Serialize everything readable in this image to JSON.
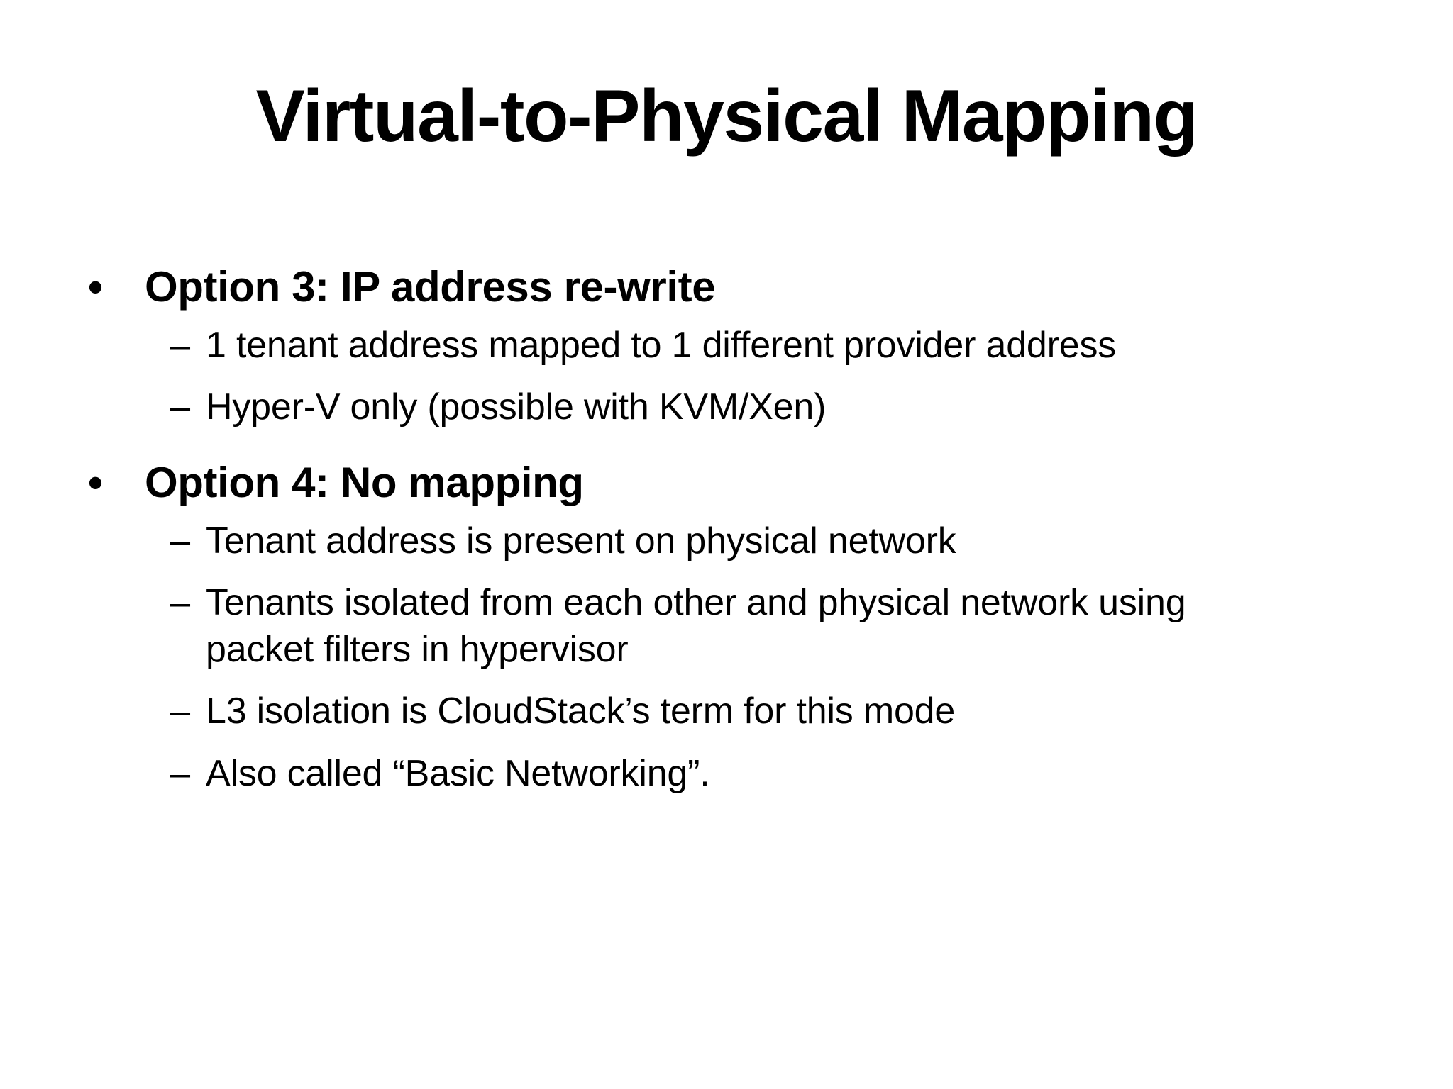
{
  "slide": {
    "title": "Virtual-to-Physical Mapping",
    "background_color": "#ffffff",
    "text_color": "#000000",
    "markers": {
      "level1": "•",
      "level2": "–"
    },
    "blocks": [
      {
        "heading": "Option 3: IP address re-write",
        "items": [
          "1 tenant address mapped to 1 different provider address",
          "Hyper-V only (possible with KVM/Xen)"
        ]
      },
      {
        "heading": "Option 4: No mapping",
        "items": [
          "Tenant address is present on physical network",
          "Tenants isolated from each other and physical network using packet filters in hypervisor",
          "L3 isolation is CloudStack’s term for this mode",
          "Also called “Basic Networking”."
        ]
      }
    ]
  }
}
